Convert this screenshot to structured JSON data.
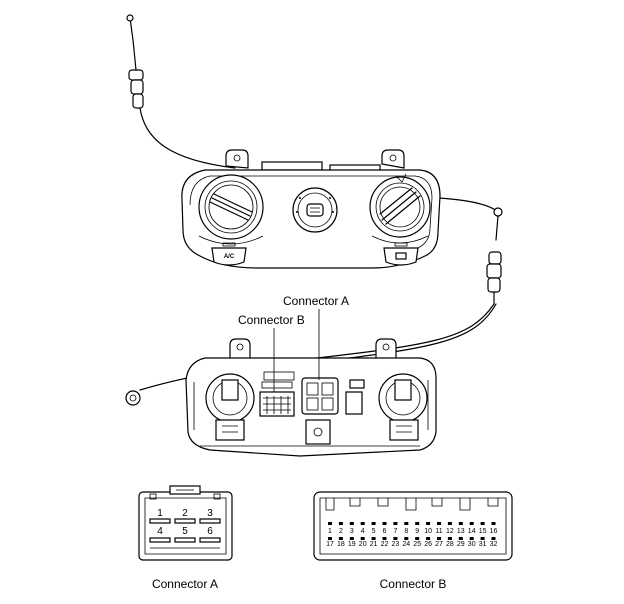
{
  "callouts": {
    "connector_a": "Connector A",
    "connector_b": "Connector B"
  },
  "captions": {
    "connector_a": "Connector A",
    "connector_b": "Connector B"
  },
  "front_panel": {
    "ac_label": "A/C"
  },
  "connector_a_pins": {
    "top": [
      "1",
      "2",
      "3"
    ],
    "bottom": [
      "4",
      "5",
      "6"
    ]
  },
  "connector_b_pins": {
    "row1": [
      "1",
      "2",
      "3",
      "4",
      "5",
      "6",
      "7",
      "8",
      "9",
      "10",
      "11",
      "12",
      "13",
      "14",
      "15",
      "16"
    ],
    "row2": [
      "17",
      "18",
      "19",
      "20",
      "21",
      "22",
      "23",
      "24",
      "25",
      "26",
      "27",
      "28",
      "29",
      "30",
      "31",
      "32"
    ]
  },
  "colors": {
    "line": "#000000",
    "background": "#ffffff"
  }
}
